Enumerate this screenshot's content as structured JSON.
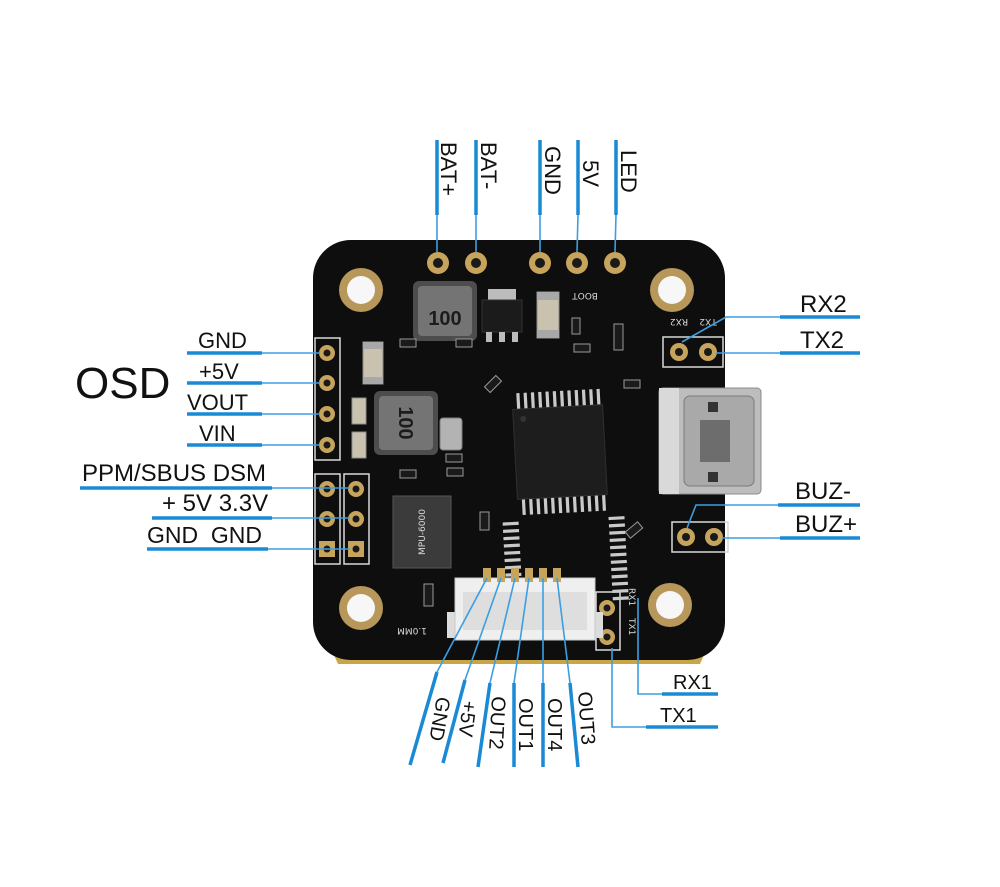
{
  "top_labels": [
    "BAT+",
    "BAT-",
    "GND",
    "5V",
    "LED"
  ],
  "osd": {
    "title": "OSD",
    "pins": [
      "GND",
      "+5V",
      "VOUT",
      "VIN"
    ]
  },
  "receiver_labels": [
    "PPM/SBUS DSM",
    "+ 5V 3.3V",
    "GND  GND"
  ],
  "right_labels": {
    "rx2": "RX2",
    "tx2": "TX2",
    "buz_minus": "BUZ-",
    "buz_plus": "BUZ+"
  },
  "uart1_labels": {
    "rx1": "RX1",
    "tx1": "TX1"
  },
  "bottom_labels": [
    "GND",
    "+5V",
    "OUT2",
    "OUT1",
    "OUT4",
    "OUT3"
  ],
  "silkscreen": {
    "inductor_1": "100",
    "inductor_2": "100",
    "boot": "BOOT",
    "rx2": "RX2",
    "tx2": "TX2",
    "rx1": "RX1",
    "tx1": "TX1",
    "connector_pitch": "1.0MM",
    "imu_chip": "MPU-6000"
  },
  "colors": {
    "callout_line": "#1a8ad4",
    "board": "#0e0e0e",
    "pad_gold": "#c7a45c",
    "label_text": "#111111"
  }
}
